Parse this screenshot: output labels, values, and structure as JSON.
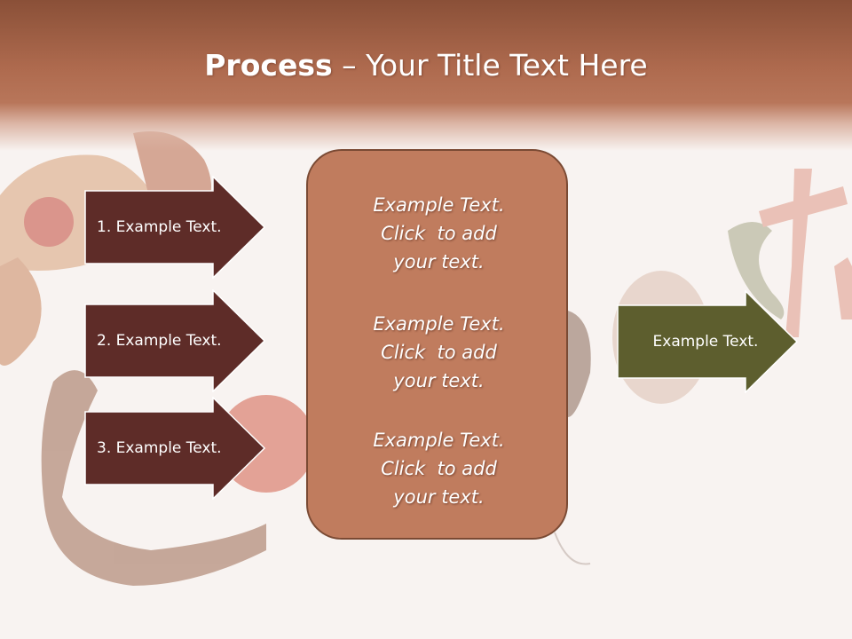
{
  "slide": {
    "title_bold": "Process",
    "title_rest": " – Your Title Text Here"
  },
  "steps": [
    {
      "label": "1. Example Text."
    },
    {
      "label": "2. Example Text."
    },
    {
      "label": "3. Example Text."
    }
  ],
  "center_box": {
    "paragraphs": [
      {
        "line1": "Example Text.",
        "line2": "Click  to add",
        "line3": "your text."
      },
      {
        "line1": "Example Text.",
        "line2": "Click  to add",
        "line3": "your text."
      },
      {
        "line1": "Example Text.",
        "line2": "Click  to add",
        "line3": "your text."
      }
    ]
  },
  "result": {
    "label": "Example Text."
  },
  "colors": {
    "title_bar": "#ae6a4e",
    "step_arrow_fill": "#5e2c28",
    "center_box_fill": "#c07c5e",
    "result_arrow_fill": "#5d5e2e",
    "background": "#f8f3f1"
  }
}
